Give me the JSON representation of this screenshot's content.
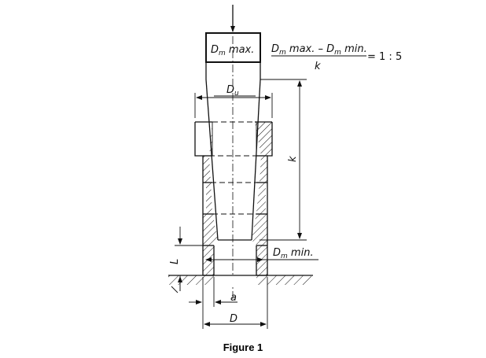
{
  "figure": {
    "caption": "Figure 1",
    "labels": {
      "dm_max": "D",
      "dm_max_sub": "m",
      "dm_max_suffix": " max.",
      "formula_num_a": "D",
      "formula_num_a_sub": "m",
      "formula_num_a_suffix": " max. – ",
      "formula_num_b": "D",
      "formula_num_b_sub": "m",
      "formula_num_b_suffix": " min.",
      "formula_den": "k",
      "formula_ratio": "= 1 : 5",
      "du": "D",
      "du_sub": "u",
      "k": "k",
      "dm_min": "D",
      "dm_min_sub": "m",
      "dm_min_suffix": " min.",
      "L": "L",
      "a": "a",
      "D": "D"
    }
  }
}
